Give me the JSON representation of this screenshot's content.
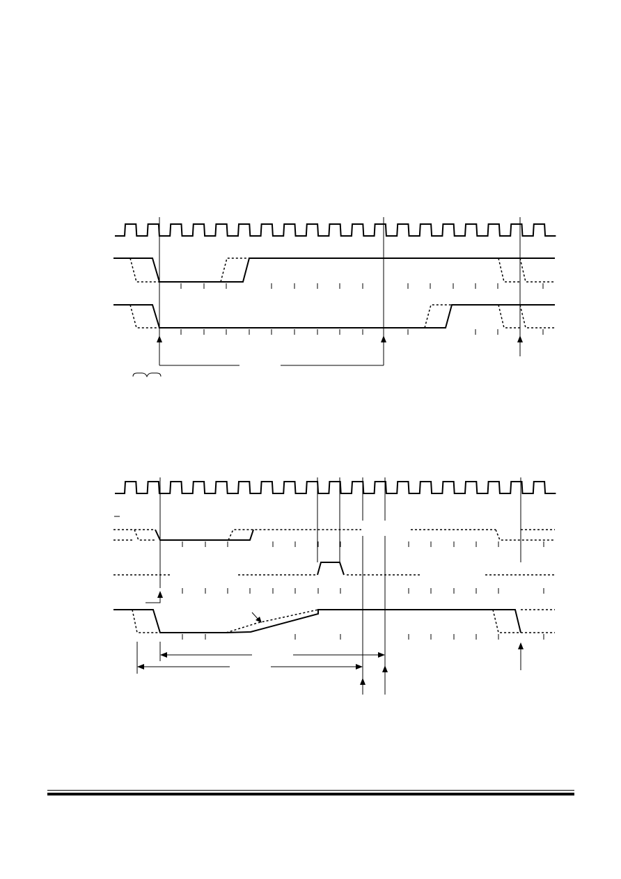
{
  "diagrams": [
    {
      "id": "timing-diagram-1",
      "clock_cycles": 19
    },
    {
      "id": "timing-diagram-2",
      "clock_cycles": 19
    }
  ],
  "footer": {
    "rule": "double"
  }
}
